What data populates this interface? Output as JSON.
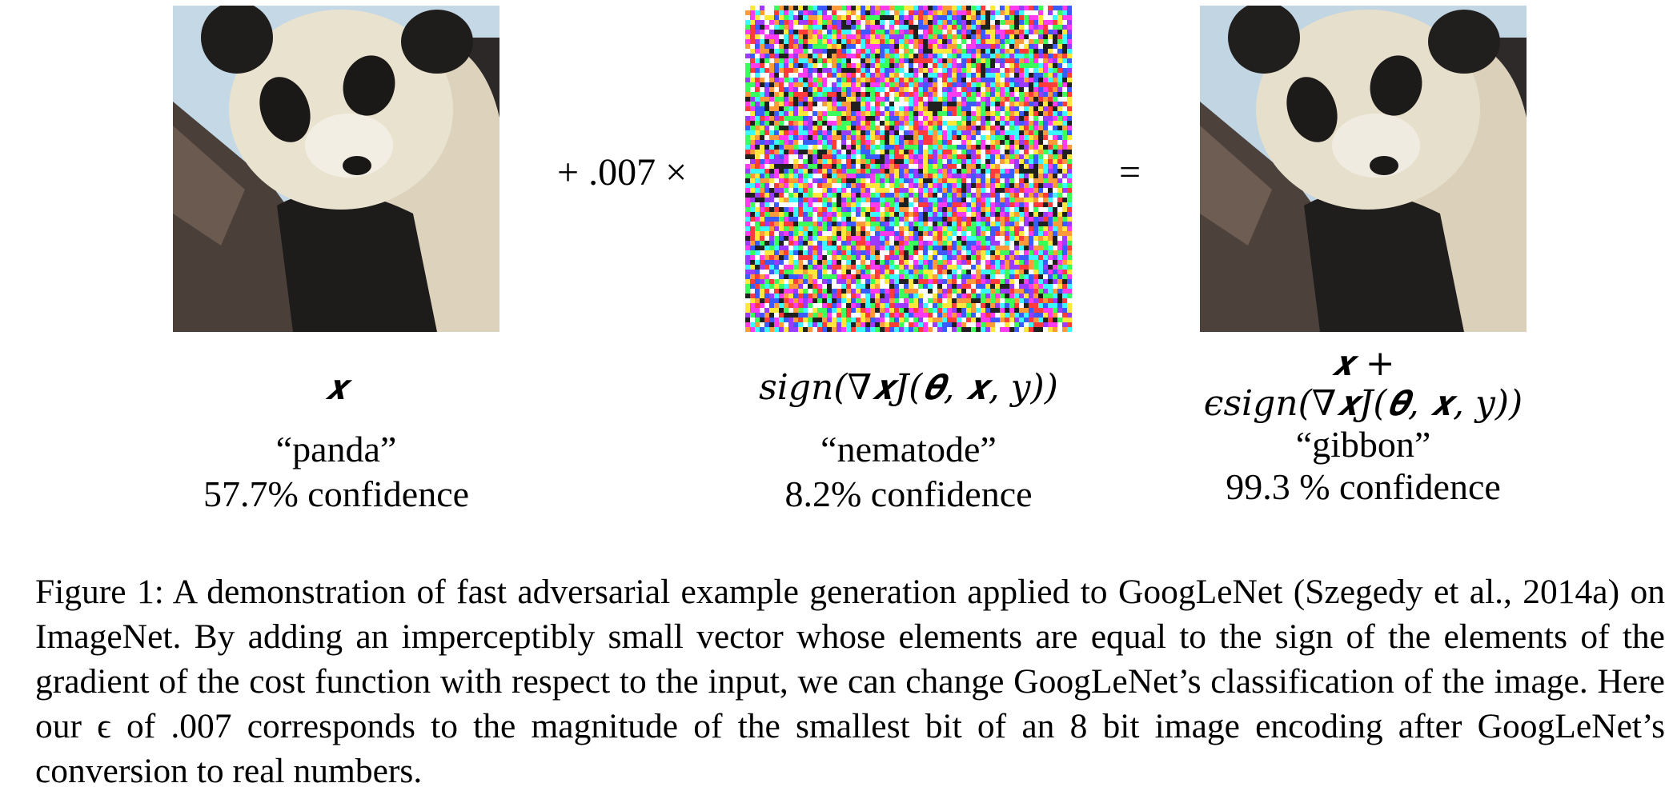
{
  "operators": {
    "plus_times": "+ .007 ×",
    "equals": "="
  },
  "panels": [
    {
      "math": "𝒙",
      "class_label": "“panda”",
      "confidence": "57.7% confidence"
    },
    {
      "math": "sign(∇𝒙J(𝜽, 𝒙, y))",
      "class_label": "“nematode”",
      "confidence": "8.2% confidence"
    },
    {
      "math_line1": "𝒙 +",
      "math_line2": "ϵsign(∇𝒙J(𝜽, 𝒙, y))",
      "class_label": "“gibbon”",
      "confidence": "99.3 % confidence"
    }
  ],
  "caption": "Figure 1:  A demonstration of fast adversarial example generation applied to GoogLeNet (Szegedy et al., 2014a) on ImageNet. By adding an imperceptibly small vector whose elements are equal to the sign of the elements of the gradient of the cost function with respect to the input, we can change GoogLeNet’s classification of the image. Here our ϵ of .007 corresponds to the magnitude of the smallest bit of an 8 bit image encoding after GoogLeNet’s conversion to real numbers."
}
